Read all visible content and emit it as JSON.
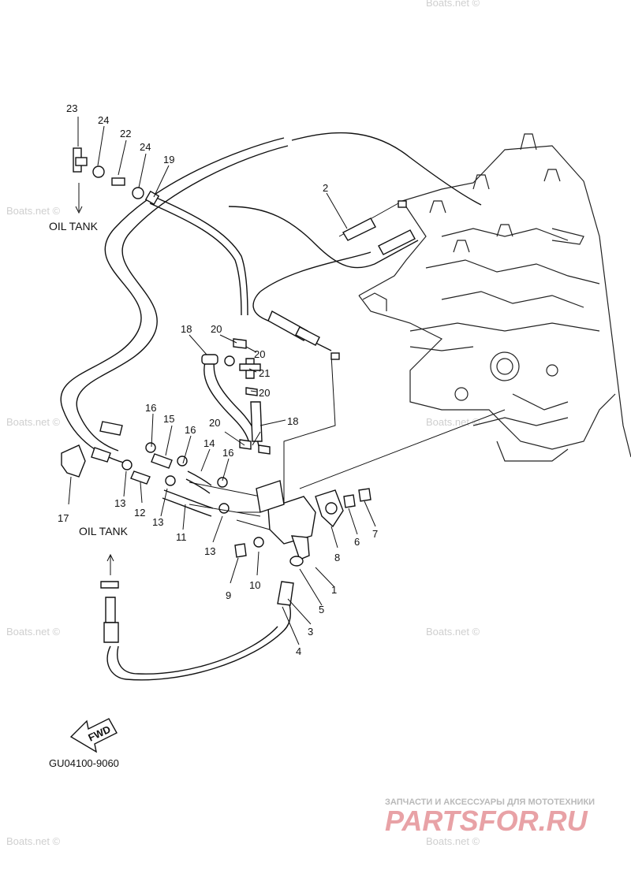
{
  "labels": {
    "l1": "1",
    "l2": "2",
    "l3": "3",
    "l4": "4",
    "l5": "5",
    "l6": "6",
    "l7": "7",
    "l8": "8",
    "l9": "9",
    "l10": "10",
    "l11": "11",
    "l12": "12",
    "l13a": "13",
    "l13b": "13",
    "l13c": "13",
    "l14": "14",
    "l15": "15",
    "l16a": "16",
    "l16b": "16",
    "l16c": "16",
    "l17": "17",
    "l18a": "18",
    "l18b": "18",
    "l19": "19",
    "l20a": "20",
    "l20b": "20",
    "l20c": "20",
    "l20d": "20",
    "l21": "21",
    "l22": "22",
    "l23": "23",
    "l24a": "24",
    "l24b": "24"
  },
  "oil_tank_top": "OIL TANK",
  "oil_tank_bottom": "OIL TANK",
  "fwd_label": "FWD",
  "diagram_code": "GU04100-9060",
  "watermark": "Boats.net ©",
  "brand": {
    "tagline": "ЗАПЧАСТИ И АКСЕССУАРЫ ДЛЯ МОТОТЕХНИКИ",
    "logo_text": "PARTSFOR.RU"
  }
}
